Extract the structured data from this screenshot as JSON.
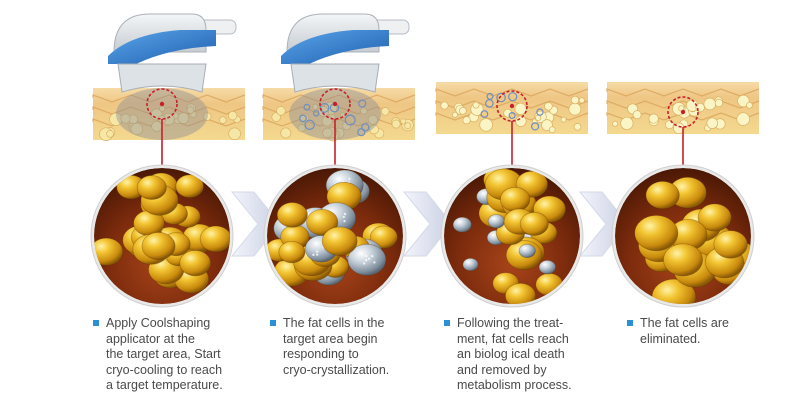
{
  "colors": {
    "bullet": "#2b8fd6",
    "connector": "#c8202b",
    "fat_cell": "#e7b21e",
    "frozen_cell": "#a8b6c3",
    "device_blue": "#2f78c8",
    "arrow": "#dfe3f0"
  },
  "icons": [
    "applicator-icon",
    "skin-tissue-icon",
    "fat-cell-cluster-icon",
    "chevron-arrow-icon"
  ],
  "steps": [
    {
      "caption": "Apply Coolshaping\napplicator at the\nthe target area, Start\ncryo-cooling to reach\na target temperature."
    },
    {
      "caption": "The fat cells in the\ntarget area begin\nresponding to\ncryo-crystallization."
    },
    {
      "caption": "Following the treat-\nment, fat cells reach\nan biolog ical death\nand removed by\nmetabolism process."
    },
    {
      "caption": "The fat cells are\neliminated."
    }
  ]
}
